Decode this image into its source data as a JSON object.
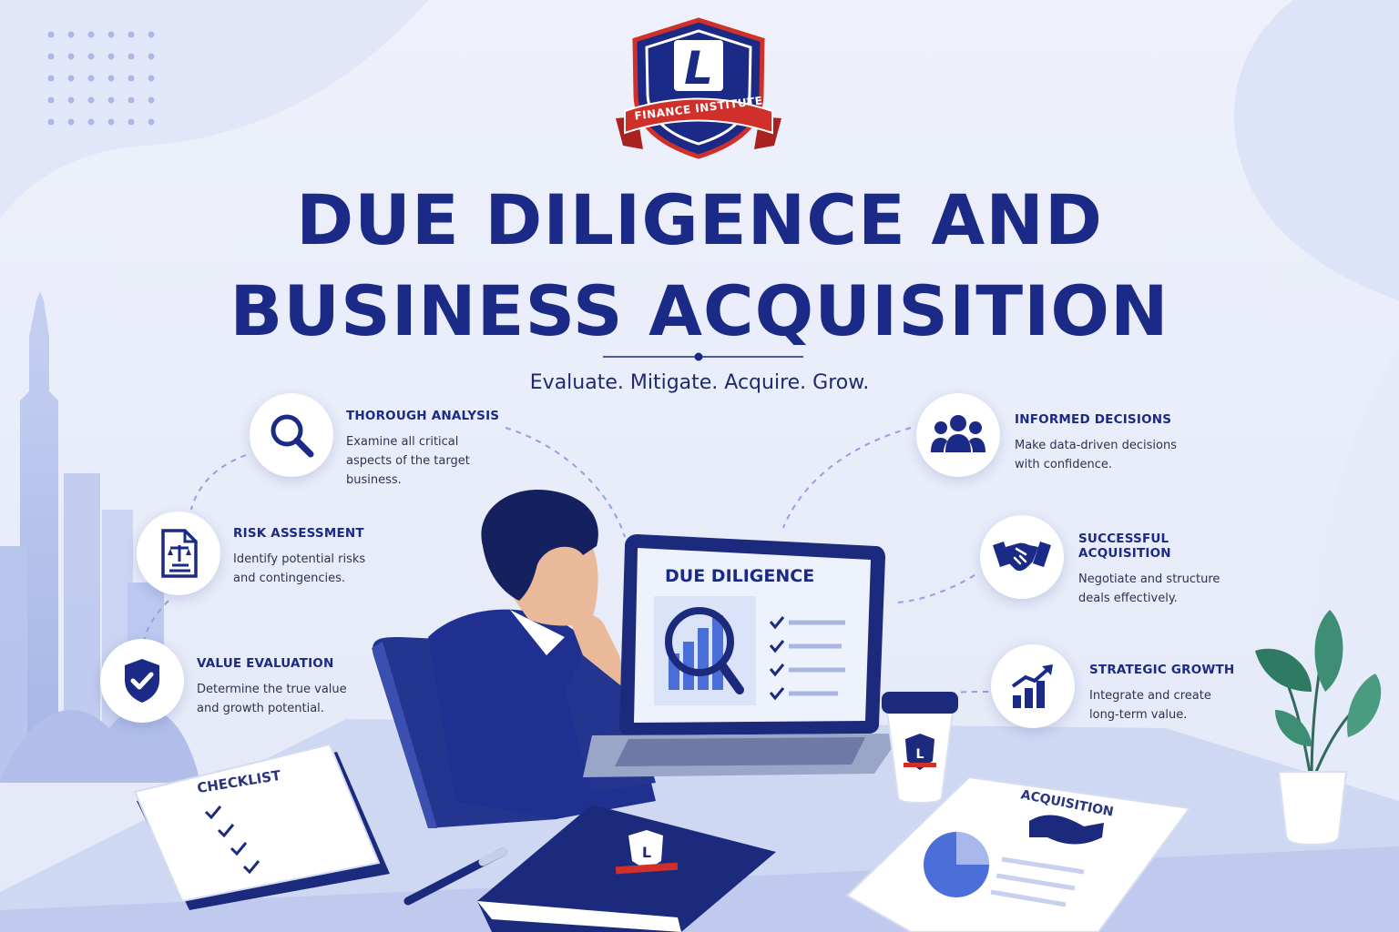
{
  "brand": {
    "banner_text": "FINANCE INSTITUTE",
    "monogram": "L"
  },
  "title": {
    "line1": "DUE DILIGENCE AND",
    "line2": "BUSINESS ACQUISITION"
  },
  "subtitle": "Evaluate. Mitigate. Acquire. Grow.",
  "features": {
    "thorough_analysis": {
      "icon": "magnifier-icon",
      "title": "THOROUGH ANALYSIS",
      "desc": "Examine all critical\naspects of the target\nbusiness."
    },
    "risk_assessment": {
      "icon": "legal-document-icon",
      "title": "RISK ASSESSMENT",
      "desc": "Identify potential risks\nand contingencies."
    },
    "value_evaluation": {
      "icon": "shield-check-icon",
      "title": "VALUE EVALUATION",
      "desc": "Determine the true value\nand growth potential."
    },
    "informed_decisions": {
      "icon": "people-group-icon",
      "title": "INFORMED DECISIONS",
      "desc": "Make data-driven decisions\nwith confidence."
    },
    "successful_acquisition": {
      "icon": "handshake-icon",
      "title": "SUCCESSFUL ACQUISITION",
      "desc": "Negotiate and structure\ndeals effectively."
    },
    "strategic_growth": {
      "icon": "growth-chart-icon",
      "title": "STRATEGIC GROWTH",
      "desc": "Integrate and create\nlong-term value."
    }
  },
  "illustration": {
    "laptop_screen_title": "DUE DILIGENCE",
    "notebook_title": "CHECKLIST",
    "document_title": "ACQUISITION"
  },
  "colors": {
    "navy": "#1a2a86",
    "accent_red": "#d0302a",
    "light_blue": "#c9d3f2",
    "background": "#f3f5fc"
  }
}
